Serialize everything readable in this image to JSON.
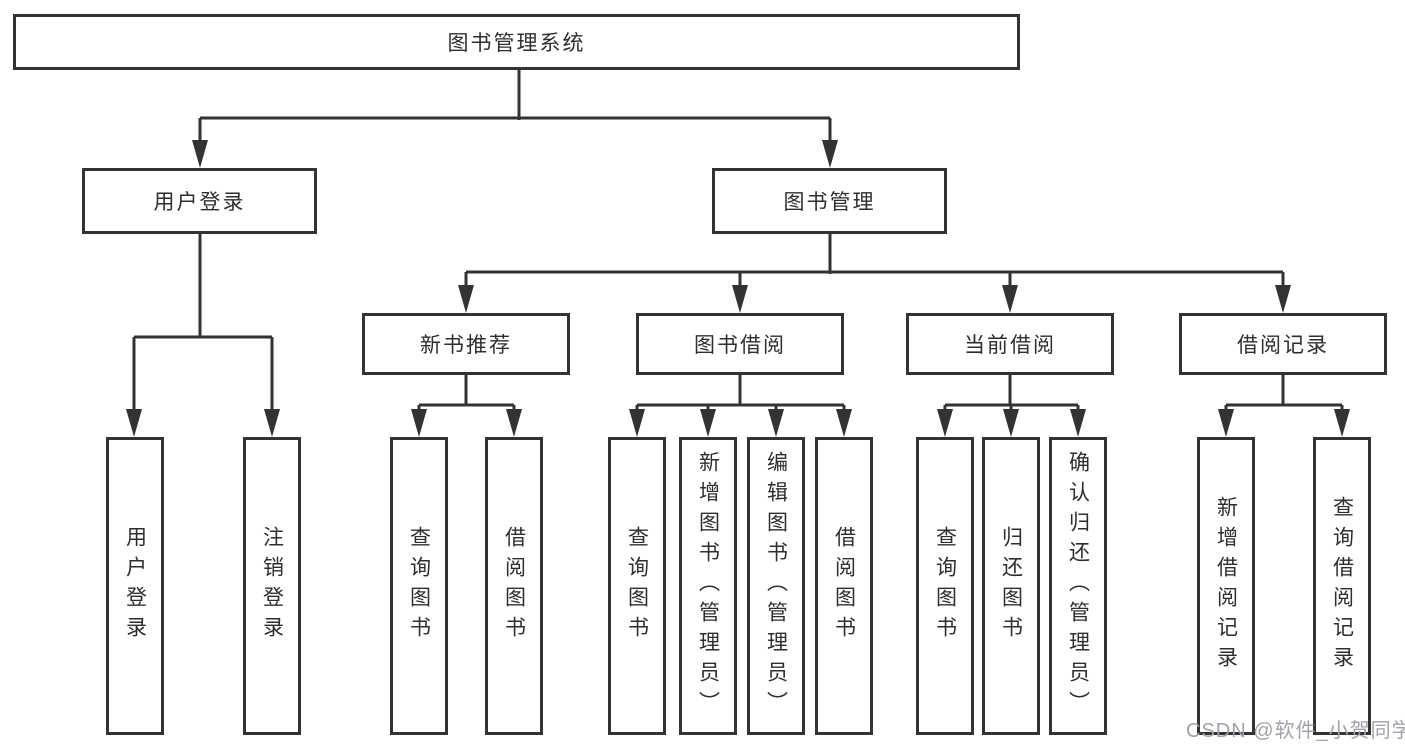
{
  "title": "图书管理系统",
  "tree": {
    "label": "图书管理系统",
    "children": [
      {
        "label": "用户登录",
        "children": [
          {
            "label": "用户登录"
          },
          {
            "label": "注销登录"
          }
        ]
      },
      {
        "label": "图书管理",
        "children": [
          {
            "label": "新书推荐",
            "children": [
              {
                "label": "查询图书"
              },
              {
                "label": "借阅图书"
              }
            ]
          },
          {
            "label": "图书借阅",
            "children": [
              {
                "label": "查询图书"
              },
              {
                "label": "新增图书（管理员）"
              },
              {
                "label": "编辑图书（管理员）"
              },
              {
                "label": "借阅图书"
              }
            ]
          },
          {
            "label": "当前借阅",
            "children": [
              {
                "label": "查询图书"
              },
              {
                "label": "归还图书"
              },
              {
                "label": "确认归还（管理员）"
              }
            ]
          },
          {
            "label": "借阅记录",
            "children": [
              {
                "label": "新增借阅记录"
              },
              {
                "label": "查询借阅记录"
              }
            ]
          }
        ]
      }
    ]
  },
  "watermark": {
    "text": "CSDN @软件_小贺同学"
  },
  "colors": {
    "background": "#ffffff",
    "line": "#333333",
    "box_border": "#333333",
    "box_fill": "#ffffff",
    "text": "#2e2e2e",
    "watermark": "#a1a1a9"
  }
}
